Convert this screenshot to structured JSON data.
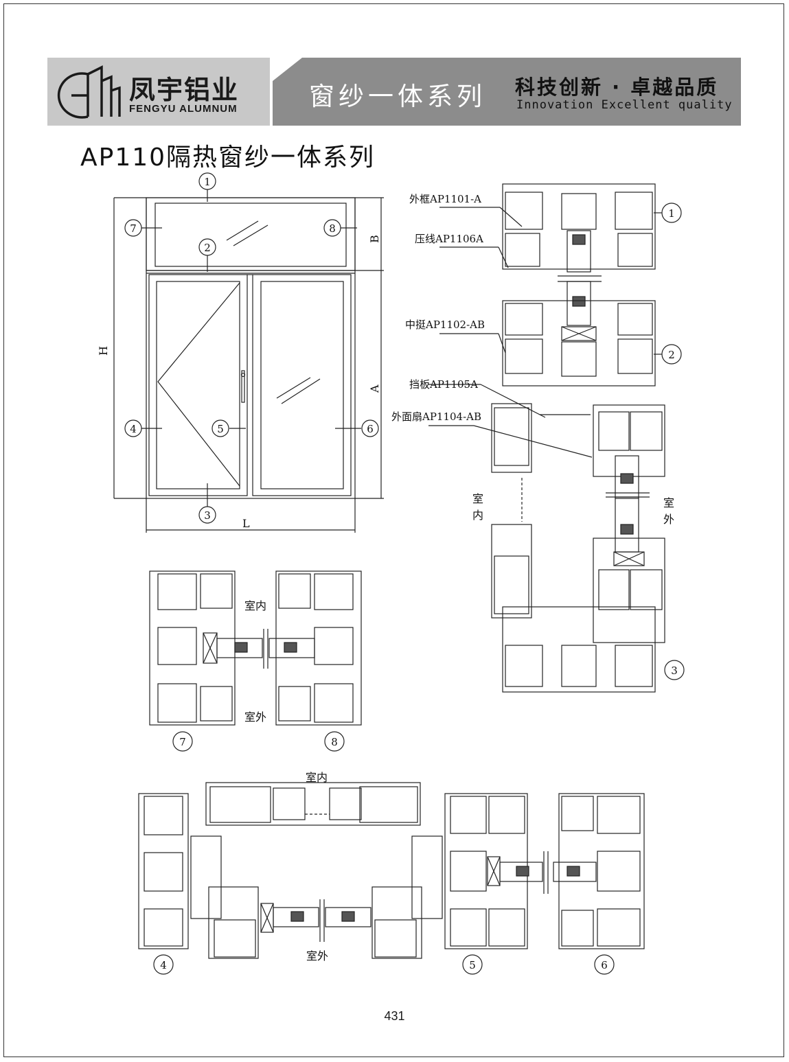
{
  "header": {
    "brand_cn": "凤宇铝业",
    "brand_en": "FENGYU ALUMNUM",
    "series_name": "窗纱一体系列",
    "slogan_cn": "科技创新 · 卓越品质",
    "slogan_en": "Innovation  Excellent  quality"
  },
  "title": "AP110隔热窗纱一体系列",
  "elevation": {
    "markers": [
      "1",
      "2",
      "3",
      "4",
      "5",
      "6",
      "7",
      "8"
    ],
    "dim_h": "H",
    "dim_l": "L",
    "dim_a": "A",
    "dim_b": "B"
  },
  "parts": [
    {
      "code": "外框AP1101-A"
    },
    {
      "code": "压线AP1106A"
    },
    {
      "code": "中挺AP1102-AB"
    },
    {
      "code": "挡板AP1105A"
    },
    {
      "code": "外面扇AP1104-AB"
    }
  ],
  "orientation": {
    "indoor": "室内",
    "indoor_v1": "室",
    "indoor_v2": "内",
    "outdoor": "室外",
    "outdoor_v1": "室",
    "outdoor_v2": "外"
  },
  "page_number": "431",
  "colors": {
    "banner_left": "#c8c8c8",
    "banner_right": "#8c8c8c",
    "line": "#222222"
  }
}
